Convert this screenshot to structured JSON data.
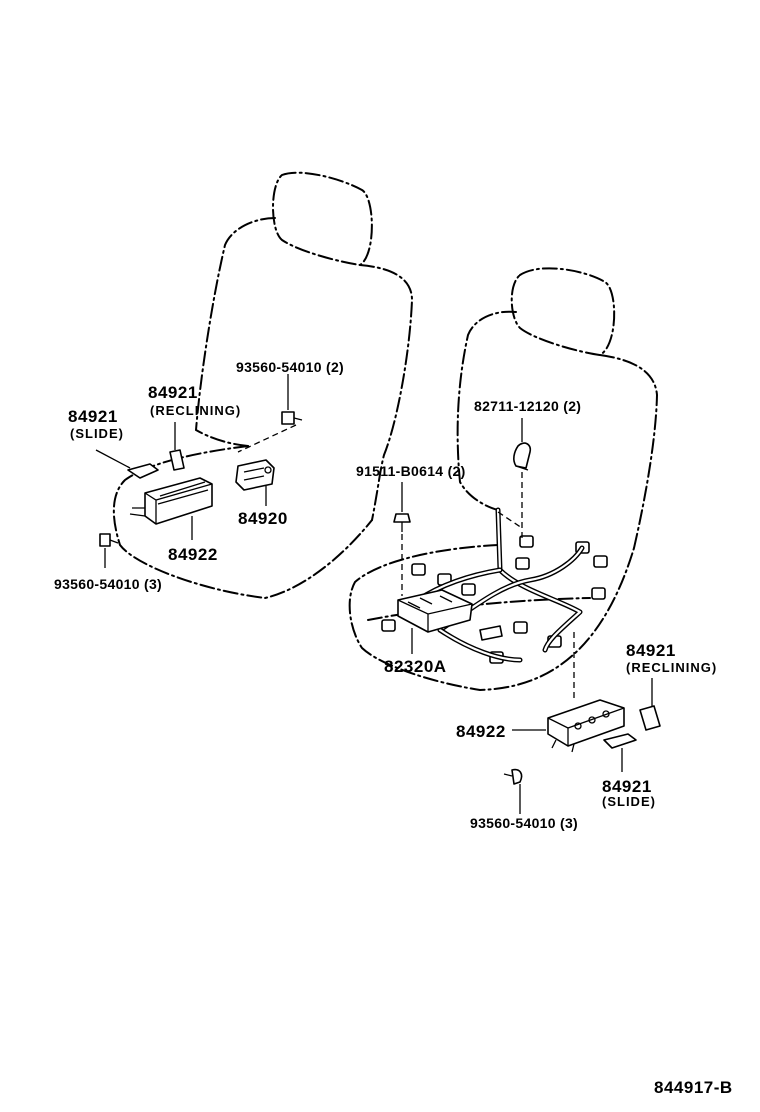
{
  "diagram": {
    "drawing_code": "844917-B",
    "left_seat": {
      "callouts": [
        {
          "id": "slide-knob",
          "part_no": "84921",
          "note": "(SLIDE)"
        },
        {
          "id": "recline-knob",
          "part_no": "84921",
          "note": "(RECLINING)"
        },
        {
          "id": "upper-screw",
          "part_no": "93560-54010 (2)",
          "note": ""
        },
        {
          "id": "switch-bracket",
          "part_no": "84920",
          "note": ""
        },
        {
          "id": "switch-assy",
          "part_no": "84922",
          "note": ""
        },
        {
          "id": "lower-screw",
          "part_no": "93560-54010 (3)",
          "note": ""
        }
      ]
    },
    "right_seat": {
      "callouts": [
        {
          "id": "clamp",
          "part_no": "82711-12120 (2)",
          "note": ""
        },
        {
          "id": "bolt",
          "part_no": "91511-B0614 (2)",
          "note": ""
        },
        {
          "id": "wire-harness",
          "part_no": "82320A",
          "note": ""
        },
        {
          "id": "recline-knob",
          "part_no": "84921",
          "note": "(RECLINING)"
        },
        {
          "id": "switch-assy",
          "part_no": "84922",
          "note": ""
        },
        {
          "id": "slide-knob",
          "part_no": "84921",
          "note": "(SLIDE)"
        },
        {
          "id": "screw",
          "part_no": "93560-54010 (3)",
          "note": ""
        }
      ]
    }
  }
}
